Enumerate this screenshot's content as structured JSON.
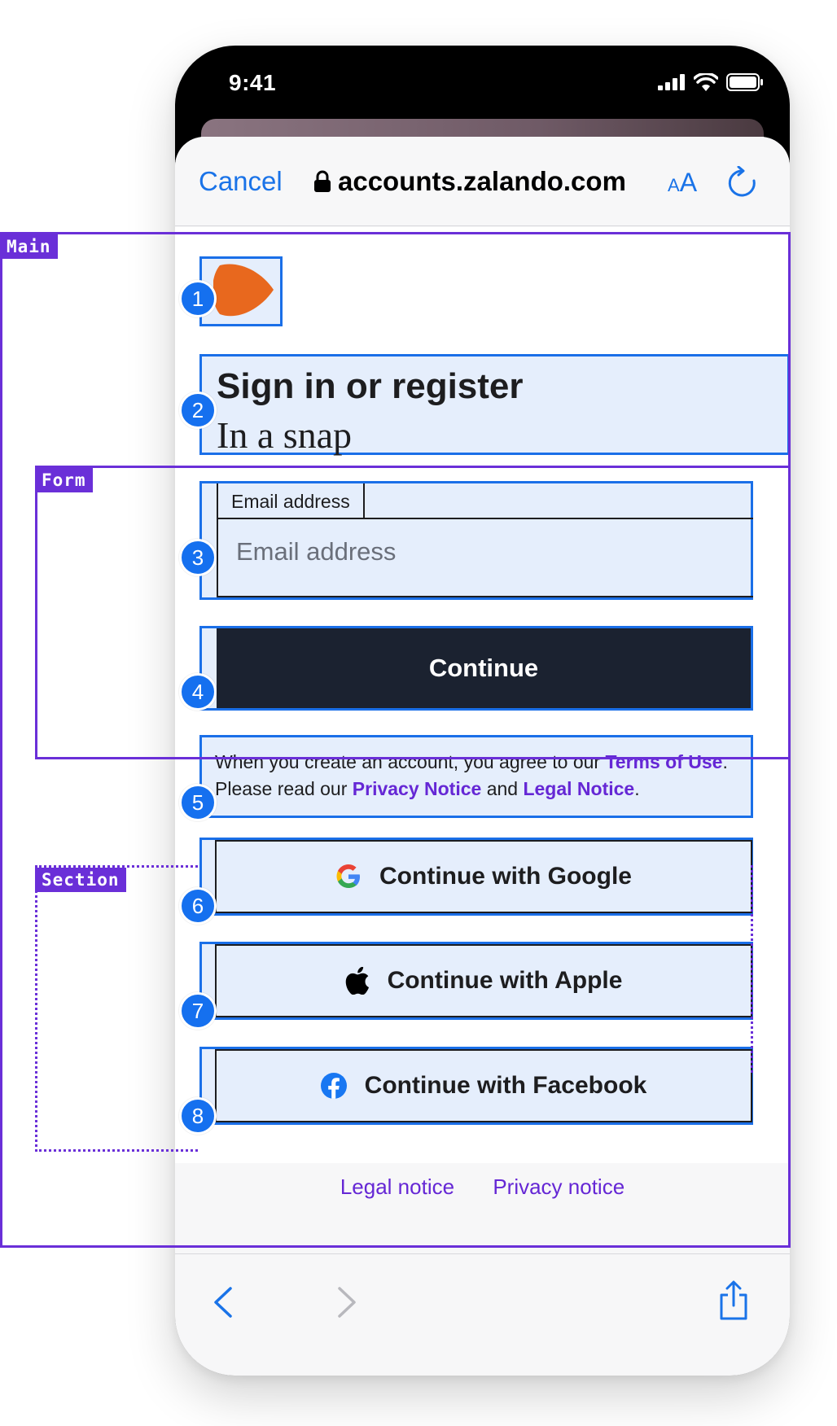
{
  "status": {
    "time": "9:41"
  },
  "browser": {
    "cancel": "Cancel",
    "host": "accounts.zalando.com",
    "text_size_small": "A",
    "text_size_large": "A"
  },
  "header": {
    "title": "Sign in or register",
    "subtitle": "In a snap"
  },
  "form": {
    "email_label": "Email address",
    "email_placeholder": "Email address",
    "continue_label": "Continue"
  },
  "legal": {
    "prefix": "When you create an account, you agree to our ",
    "terms": "Terms of Use",
    "middle": ". Please read our ",
    "privacy": "Privacy Notice",
    "and": " and ",
    "legal_notice": "Legal Notice",
    "suffix": "."
  },
  "social": {
    "google": "Continue with Google",
    "apple": "Continue with Apple",
    "facebook": "Continue with Facebook"
  },
  "footer": {
    "legal": "Legal notice",
    "privacy": "Privacy notice"
  },
  "annotations": {
    "main": "Main",
    "form": "Form",
    "section": "Section",
    "badges": [
      "1",
      "2",
      "3",
      "4",
      "5",
      "6",
      "7",
      "8"
    ]
  },
  "colors": {
    "accent": "#1a73e8",
    "brand": "#e8681e",
    "link": "#6527d5",
    "highlight": "#e5eefc",
    "annotation": "#6a2fd8",
    "button_dark": "#1b2230"
  }
}
